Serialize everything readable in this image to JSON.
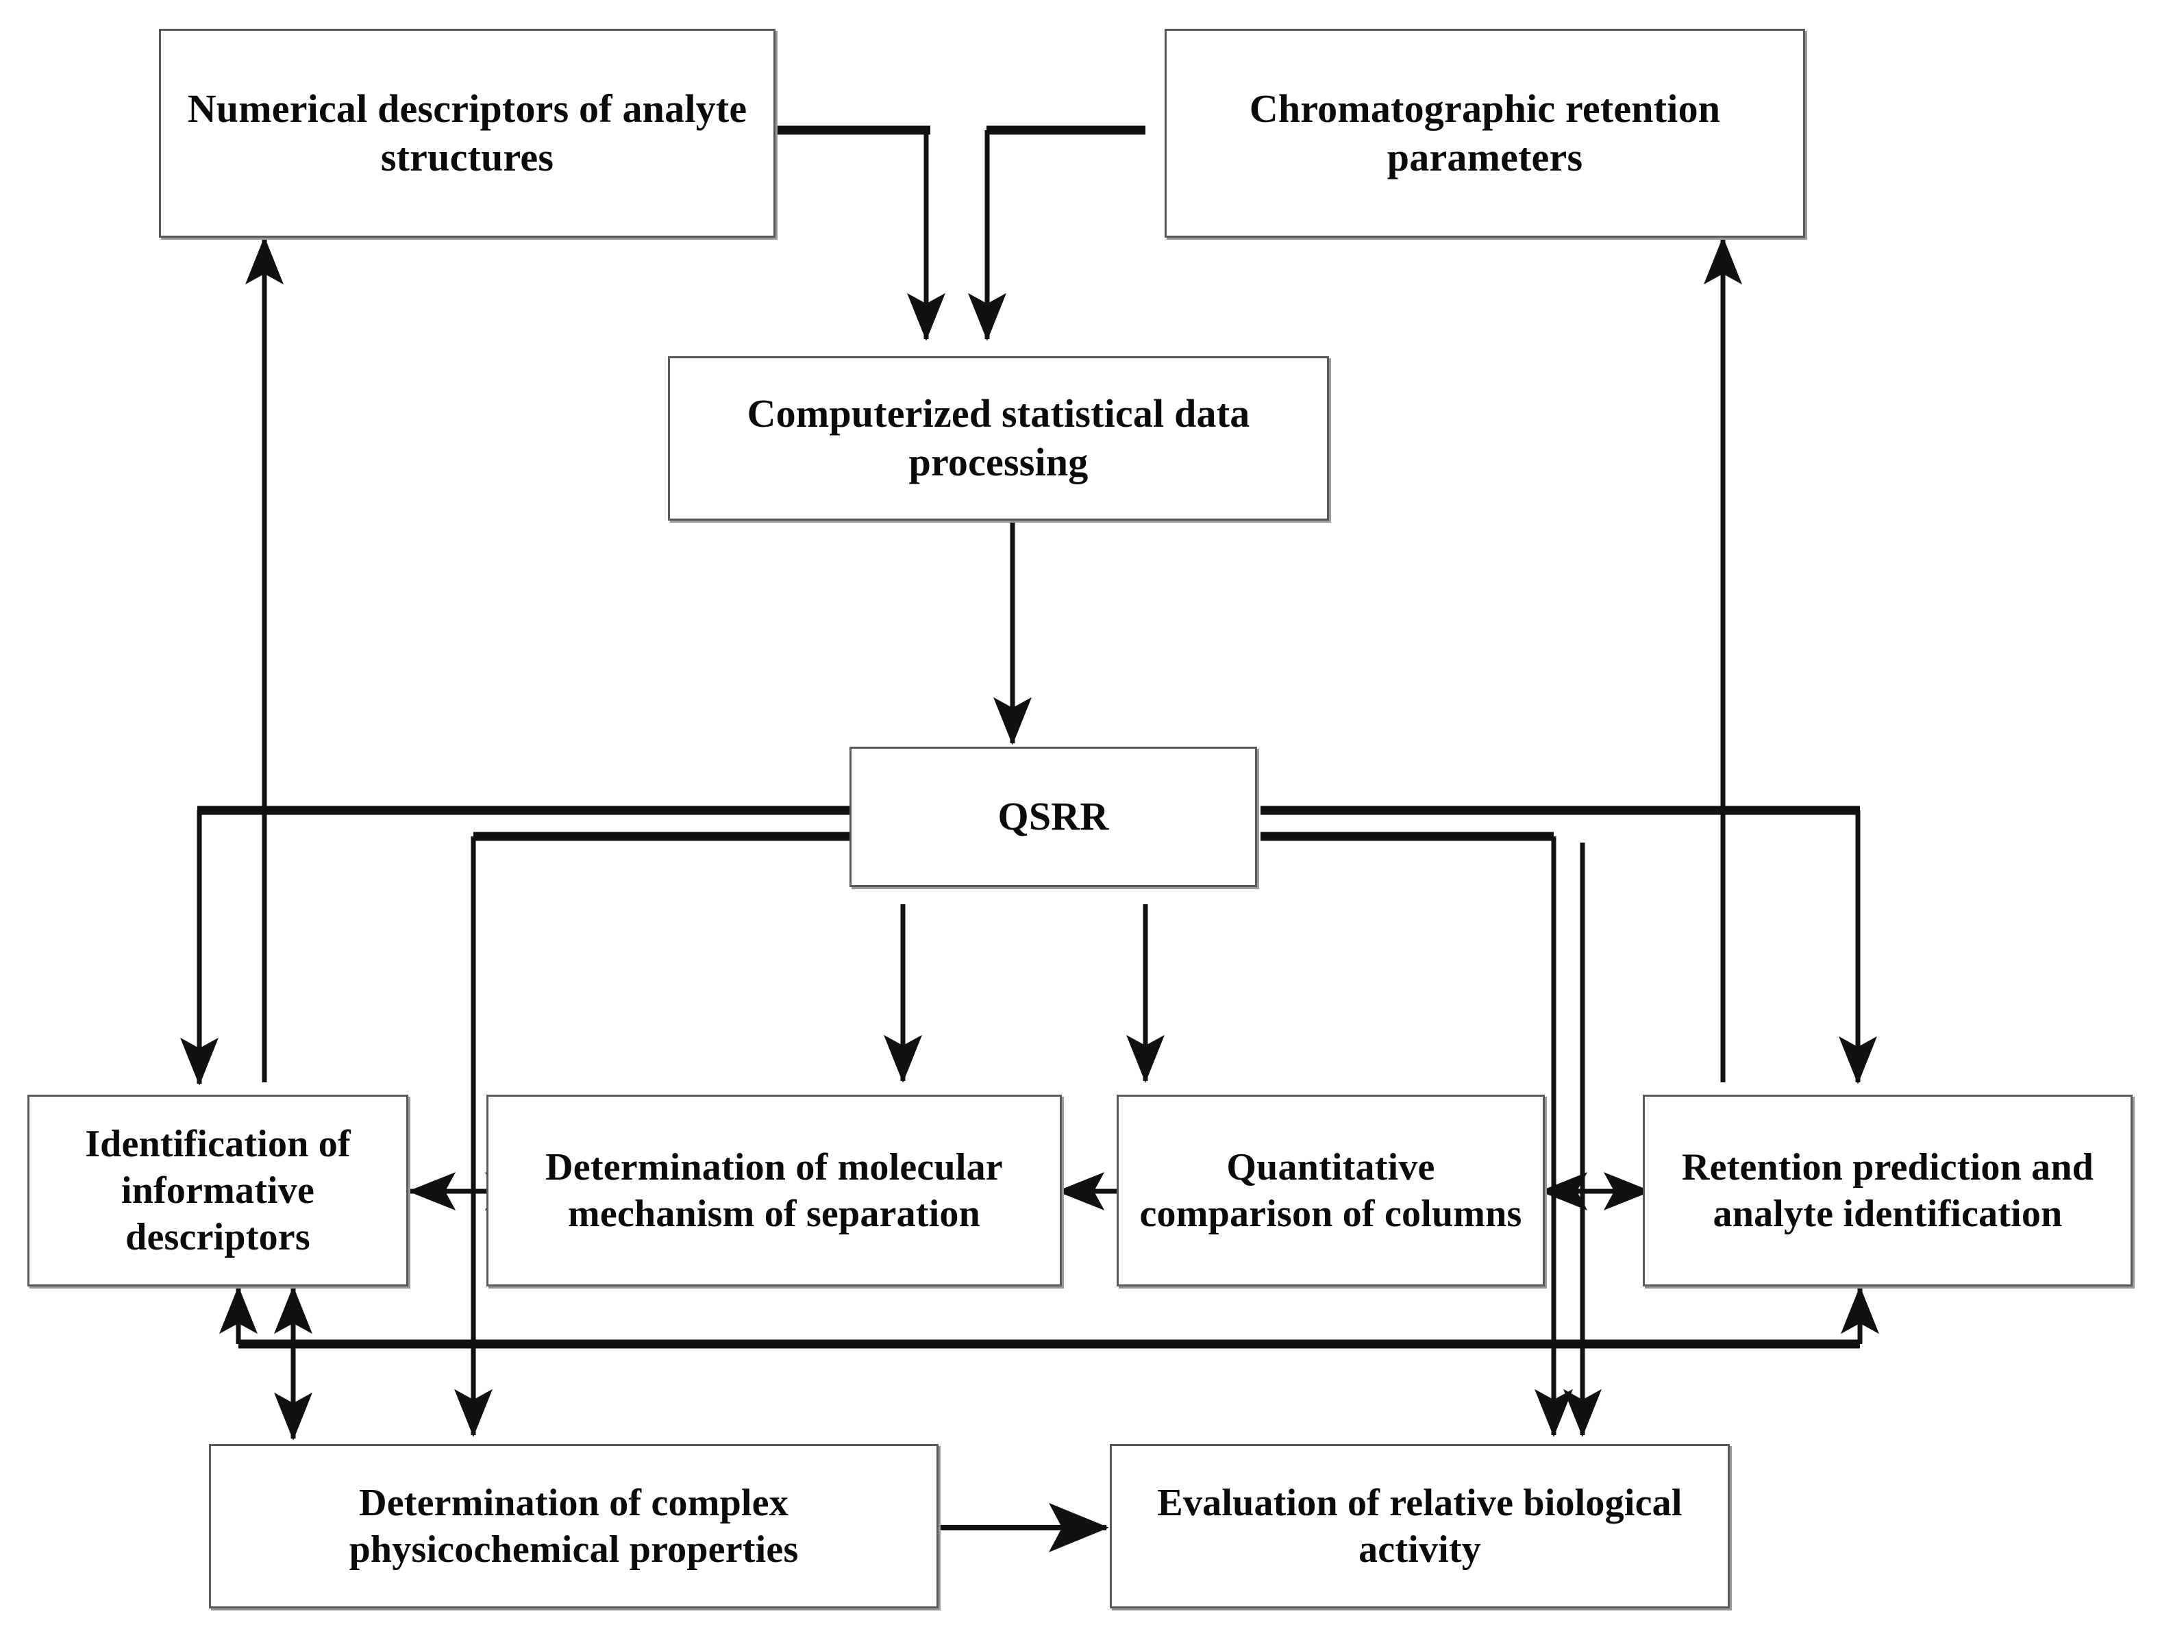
{
  "diagram": {
    "title": "QSRR methodology flowchart",
    "background_color": "#ffffff",
    "line_color": "#111111",
    "box_border_color": "#5a5a5a",
    "box_fill_color": "#ffffff",
    "text_color": "#0b0b0b"
  },
  "nodes": {
    "numerical_descriptors": "Numerical descriptors of analyte structures",
    "chromatographic_parameters": "Chromatographic retention parameters",
    "statistical_processing": "Computerized statistical data processing",
    "qsrr": "QSRR",
    "informative_descriptors": "Identification of informative descriptors",
    "molecular_mechanism": "Determination of molecular mechanism of separation",
    "column_comparison": "Quantitative comparison of columns",
    "retention_prediction": "Retention prediction and analyte identification",
    "physicochemical_properties": "Determination of complex physicochemical properties",
    "biological_activity": "Evaluation of relative biological activity"
  },
  "edges": [
    {
      "id": "e1",
      "from": "numerical_descriptors",
      "to": "statistical_processing",
      "style": "elbow-down",
      "arrow": "single"
    },
    {
      "id": "e2",
      "from": "chromatographic_parameters",
      "to": "statistical_processing",
      "style": "elbow-down",
      "arrow": "single"
    },
    {
      "id": "e3",
      "from": "statistical_processing",
      "to": "qsrr",
      "style": "straight-down",
      "arrow": "single"
    },
    {
      "id": "e4",
      "from": "qsrr",
      "to": "informative_descriptors",
      "style": "elbow-left-down",
      "arrow": "single"
    },
    {
      "id": "e5",
      "from": "qsrr",
      "to": "molecular_mechanism",
      "style": "straight-down",
      "arrow": "single"
    },
    {
      "id": "e6",
      "from": "qsrr",
      "to": "column_comparison",
      "style": "straight-down",
      "arrow": "single"
    },
    {
      "id": "e7",
      "from": "qsrr",
      "to": "retention_prediction",
      "style": "elbow-right-down",
      "arrow": "single"
    },
    {
      "id": "e8",
      "from": "qsrr",
      "to": "physicochemical_properties",
      "style": "elbow-left-down",
      "arrow": "single"
    },
    {
      "id": "e9",
      "from": "qsrr",
      "to": "biological_activity",
      "style": "elbow-right-down",
      "arrow": "single"
    },
    {
      "id": "e10",
      "from": "informative_descriptors",
      "to": "numerical_descriptors",
      "style": "feedback-up",
      "arrow": "single"
    },
    {
      "id": "e11",
      "from": "column_comparison",
      "to": "chromatographic_parameters",
      "style": "feedback-up",
      "arrow": "single"
    },
    {
      "id": "e12",
      "from": "informative_descriptors",
      "to": "molecular_mechanism",
      "style": "horizontal",
      "arrow": "double"
    },
    {
      "id": "e13",
      "from": "molecular_mechanism",
      "to": "column_comparison",
      "style": "horizontal",
      "arrow": "double"
    },
    {
      "id": "e14",
      "from": "column_comparison",
      "to": "retention_prediction",
      "style": "horizontal",
      "arrow": "double"
    },
    {
      "id": "e15",
      "from": "informative_descriptors",
      "to": "physicochemical_properties",
      "style": "vertical",
      "arrow": "double"
    },
    {
      "id": "e16",
      "from": "physicochemical_properties",
      "to": "biological_activity",
      "style": "horizontal",
      "arrow": "single"
    },
    {
      "id": "e17",
      "from": "bottom-bus",
      "to": "informative_descriptors",
      "style": "bus-up",
      "arrow": "single"
    },
    {
      "id": "e18",
      "from": "bottom-bus",
      "to": "retention_prediction",
      "style": "bus-up",
      "arrow": "single"
    }
  ]
}
